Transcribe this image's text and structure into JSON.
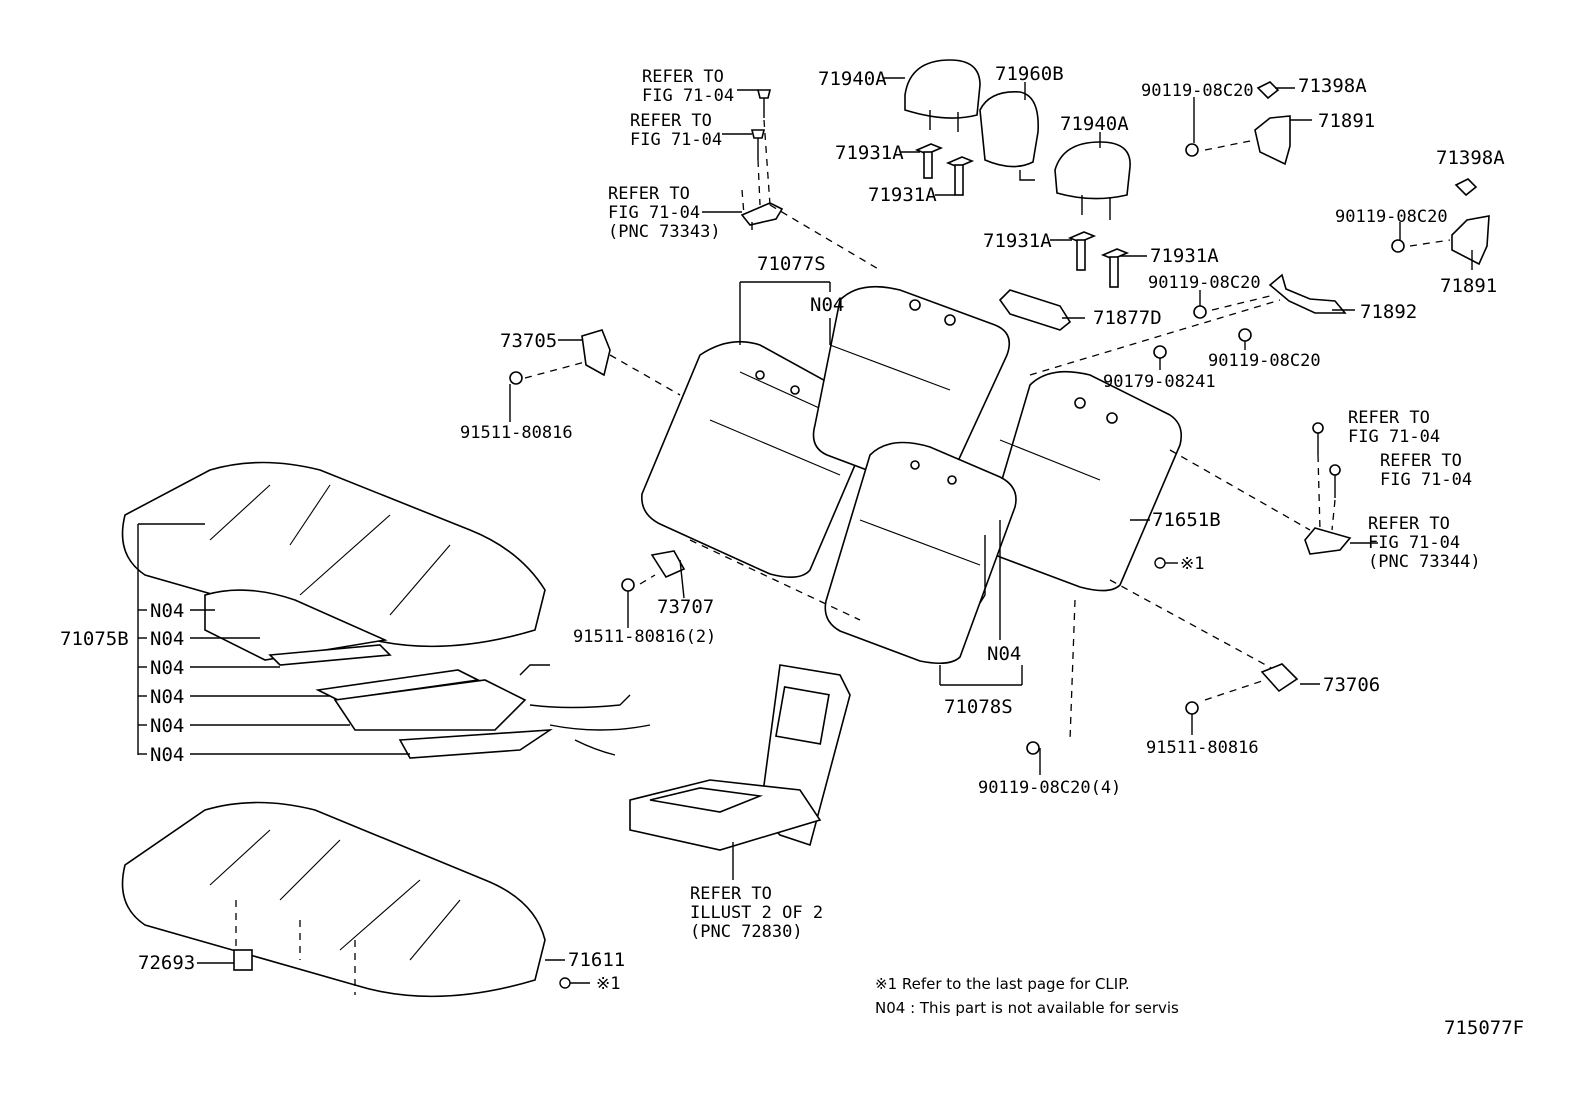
{
  "diagram_id": "715077F",
  "labels": {
    "refer_fig_a1": "REFER TO",
    "refer_fig_a2": "FIG 71-04",
    "refer_fig_b1": "REFER TO",
    "refer_fig_b2": "FIG 71-04",
    "refer_fig_c1": "REFER TO",
    "refer_fig_c2": "FIG 71-04",
    "refer_fig_c3": "(PNC 73343)",
    "p71940a_1": "71940A",
    "p71960b": "71960B",
    "p71940a_2": "71940A",
    "p71931a_1": "71931A",
    "p71931a_2": "71931A",
    "p71931a_3": "71931A",
    "p71931a_4": "71931A",
    "p90119_a": "90119-08C20",
    "p71398a_1": "71398A",
    "p71891_1": "71891",
    "p71398a_2": "71398A",
    "p90119_b": "90119-08C20",
    "p71891_2": "71891",
    "p71077s": "71077S",
    "n04_back": "N04",
    "p73705": "73705",
    "p91511_a": "91511-80816",
    "p71877d": "71877D",
    "p90119_c": "90119-08C20",
    "p71892": "71892",
    "p90179": "90179-08241",
    "p90119_d": "90119-08C20",
    "refer_fig_d1": "REFER TO",
    "refer_fig_d2": "FIG 71-04",
    "refer_fig_e1": "REFER TO",
    "refer_fig_e2": "FIG 71-04",
    "refer_fig_f1": "REFER TO",
    "refer_fig_f2": "FIG 71-04",
    "refer_fig_f3": "(PNC 73344)",
    "p71651b": "71651B",
    "clip_mark_1": "※1",
    "p73707": "73707",
    "p91511_b": "91511-80816(2)",
    "p71075b": "71075B",
    "n04_1": "N04",
    "n04_2": "N04",
    "n04_3": "N04",
    "n04_4": "N04",
    "n04_5": "N04",
    "n04_6": "N04",
    "n04_cushion": "N04",
    "p71078s": "71078S",
    "p73706": "73706",
    "p91511_c": "91511-80816",
    "p90119_e": "90119-08C20(4)",
    "refer_illust_1": "REFER TO",
    "refer_illust_2": "ILLUST 2 OF 2",
    "refer_illust_3": "(PNC 72830)",
    "p72693": "72693",
    "p71611": "71611",
    "clip_mark_2": "※1"
  },
  "notes": {
    "clip": "※1 Refer to the last page for CLIP.",
    "n04": "N04 : This part is not available for servis"
  }
}
